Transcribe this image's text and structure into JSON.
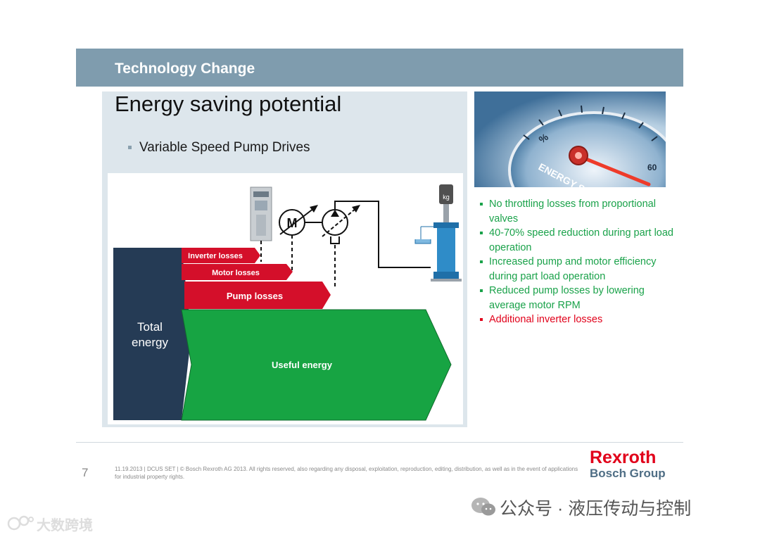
{
  "header": {
    "title": "Technology Change"
  },
  "slide": {
    "title": "Energy saving potential",
    "subtitle": "Variable Speed Pump Drives"
  },
  "diagram": {
    "total_energy": [
      "Total",
      "energy"
    ],
    "inverter_losses": "Inverter losses",
    "motor_losses": "Motor losses",
    "pump_losses": "Pump losses",
    "useful_energy": "Useful energy",
    "motor_symbol": "M",
    "weight_label": "kg",
    "colors": {
      "dark": "#253b55",
      "loss": "#d40f2a",
      "useful": "#17a443"
    }
  },
  "gauge": {
    "text": "ENERGY SAVING",
    "percent": "%",
    "tick": "60"
  },
  "benefits": [
    {
      "text": "No throttling losses from proportional valves",
      "color": "#1aa24a"
    },
    {
      "text": "40-70% speed reduction during part load operation",
      "color": "#1aa24a"
    },
    {
      "text": "Increased pump and motor efficiency during part load operation",
      "color": "#1aa24a"
    },
    {
      "text": "Reduced pump losses by lowering average motor RPM",
      "color": "#1aa24a"
    },
    {
      "text": "Additional inverter losses",
      "color": "#e1001a"
    }
  ],
  "footer": {
    "page_number": "7",
    "text": "11.19.2013 | DCUS SET | © Bosch Rexroth AG 2013. All rights reserved, also regarding any disposal, exploitation, reproduction, editing, distribution, as well as in the event of applications for industrial property rights.",
    "brand": "Rexroth",
    "brand_sub": "Bosch Group"
  },
  "watermark": {
    "text": "公众号 · 液压传动与控制",
    "text2": "大数跨境"
  }
}
